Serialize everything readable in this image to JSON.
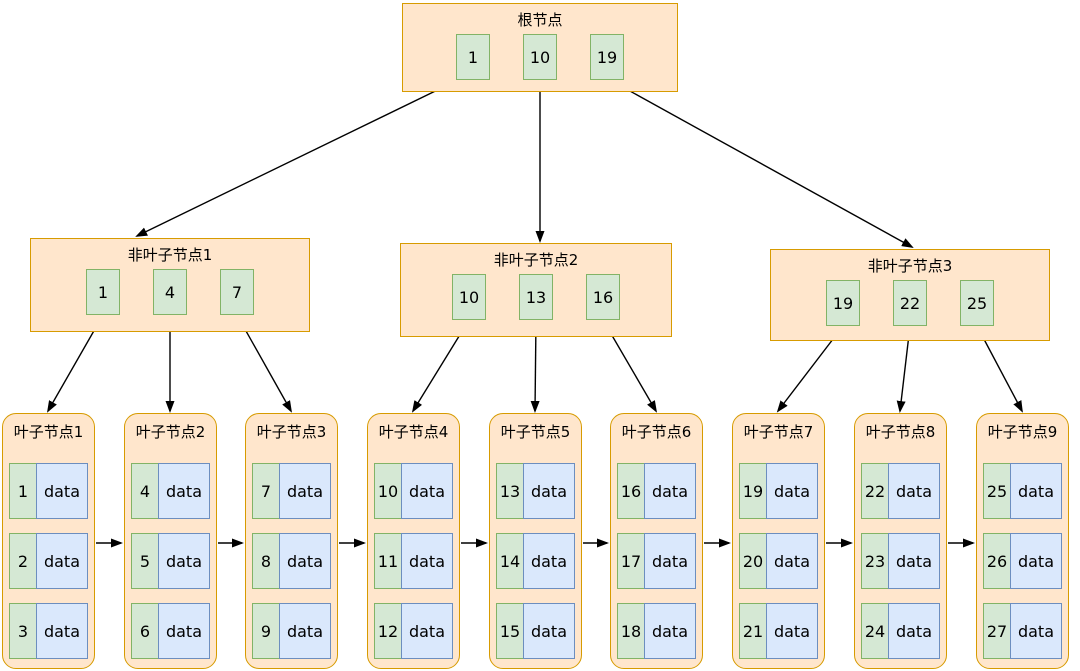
{
  "tree": {
    "type": "bplus-tree-diagram",
    "root": {
      "title": "根节点",
      "keys": [
        "1",
        "10",
        "19"
      ]
    },
    "internal": [
      {
        "title": "非叶子节点1",
        "keys": [
          "1",
          "4",
          "7"
        ]
      },
      {
        "title": "非叶子节点2",
        "keys": [
          "10",
          "13",
          "16"
        ]
      },
      {
        "title": "非叶子节点3",
        "keys": [
          "19",
          "22",
          "25"
        ]
      }
    ],
    "leaves": [
      {
        "title": "叶子节点1",
        "rows": [
          [
            "1",
            "data"
          ],
          [
            "2",
            "data"
          ],
          [
            "3",
            "data"
          ]
        ]
      },
      {
        "title": "叶子节点2",
        "rows": [
          [
            "4",
            "data"
          ],
          [
            "5",
            "data"
          ],
          [
            "6",
            "data"
          ]
        ]
      },
      {
        "title": "叶子节点3",
        "rows": [
          [
            "7",
            "data"
          ],
          [
            "8",
            "data"
          ],
          [
            "9",
            "data"
          ]
        ]
      },
      {
        "title": "叶子节点4",
        "rows": [
          [
            "10",
            "data"
          ],
          [
            "11",
            "data"
          ],
          [
            "12",
            "data"
          ]
        ]
      },
      {
        "title": "叶子节点5",
        "rows": [
          [
            "13",
            "data"
          ],
          [
            "14",
            "data"
          ],
          [
            "15",
            "data"
          ]
        ]
      },
      {
        "title": "叶子节点6",
        "rows": [
          [
            "16",
            "data"
          ],
          [
            "17",
            "data"
          ],
          [
            "18",
            "data"
          ]
        ]
      },
      {
        "title": "叶子节点7",
        "rows": [
          [
            "19",
            "data"
          ],
          [
            "20",
            "data"
          ],
          [
            "21",
            "data"
          ]
        ]
      },
      {
        "title": "叶子节点8",
        "rows": [
          [
            "22",
            "data"
          ],
          [
            "23",
            "data"
          ],
          [
            "24",
            "data"
          ]
        ]
      },
      {
        "title": "叶子节点9",
        "rows": [
          [
            "25",
            "data"
          ],
          [
            "26",
            "data"
          ],
          [
            "27",
            "data"
          ]
        ]
      }
    ],
    "colors": {
      "container_fill": "#ffe6cc",
      "container_border": "#d79b00",
      "key_fill": "#d5e8d4",
      "key_border": "#82b366",
      "data_fill": "#dae8fc",
      "data_border": "#6c8ebf",
      "edge": "#000000"
    }
  }
}
